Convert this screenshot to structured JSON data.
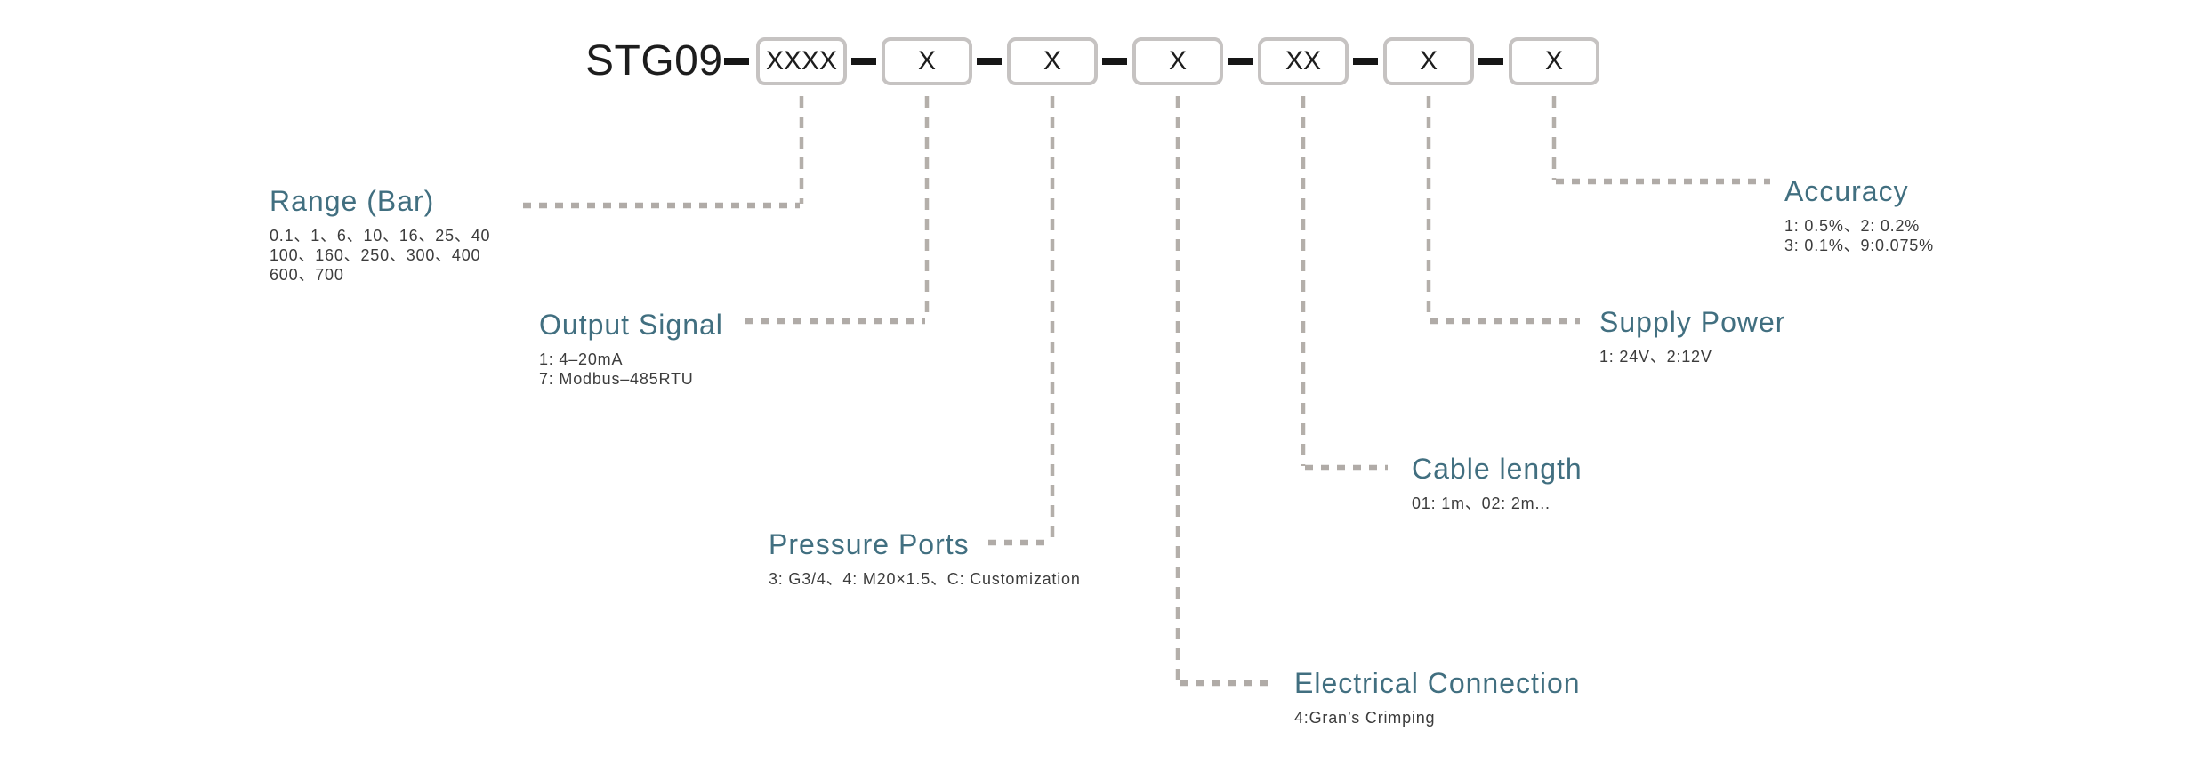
{
  "title": {
    "model": "STG09"
  },
  "code_boxes": [
    {
      "id": "range",
      "text": "XXXX"
    },
    {
      "id": "output-signal",
      "text": "X"
    },
    {
      "id": "pressure-ports",
      "text": "X"
    },
    {
      "id": "electrical-connection",
      "text": "X"
    },
    {
      "id": "cable-length",
      "text": "XX"
    },
    {
      "id": "supply-power",
      "text": "X"
    },
    {
      "id": "accuracy",
      "text": "X"
    }
  ],
  "sections": {
    "range": {
      "label": "Range (Bar)",
      "lines": [
        "0.1、1、6、10、16、25、40",
        "100、160、250、300、400",
        "600、700"
      ]
    },
    "output_signal": {
      "label": "Output Signal",
      "lines": [
        "1: 4–20mA",
        "7: Modbus–485RTU"
      ]
    },
    "pressure_ports": {
      "label": "Pressure Ports",
      "lines": [
        "3: G3/4、4: M20×1.5、C: Customization"
      ]
    },
    "electrical_connection": {
      "label": "Electrical Connection",
      "lines": [
        "4:Gran’s Crimping"
      ]
    },
    "cable_length": {
      "label": "Cable length",
      "lines": [
        "01: 1m、02: 2m..."
      ]
    },
    "supply_power": {
      "label": "Supply Power",
      "lines": [
        "1: 24V、2:12V"
      ]
    },
    "accuracy": {
      "label": "Accuracy",
      "lines": [
        "1: 0.5%、2: 0.2%",
        "3: 0.1%、9:0.075%"
      ]
    }
  },
  "colors": {
    "accent": "#416f80",
    "value_text": "#3c3c3c",
    "code_text": "#1d1d1d",
    "box_border": "#c6c3c2",
    "connector_line": "#b4afaa",
    "separator_dash": "#161616",
    "background": "#ffffff"
  }
}
